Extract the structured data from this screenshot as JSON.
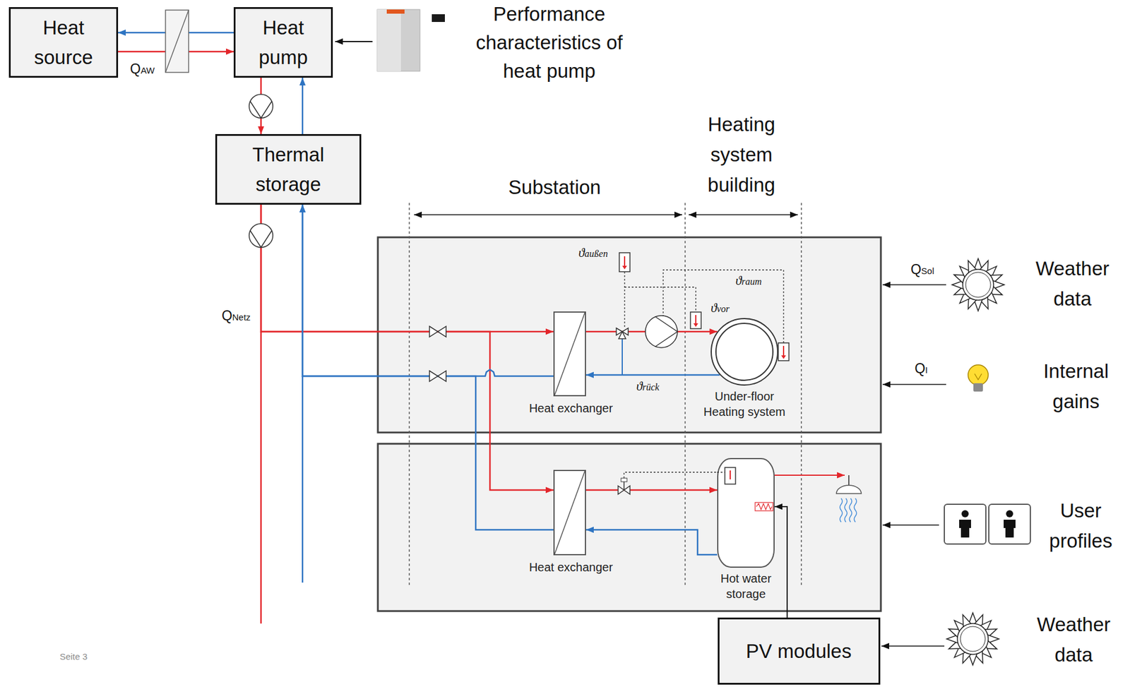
{
  "diagram": {
    "nodes": [
      {
        "text": [
          "Heat source"
        ]
      },
      {
        "text": [
          "Heat pump"
        ]
      },
      {
        "text": [
          "Thermal storage"
        ]
      },
      {
        "text": [
          "Heat exchanger"
        ]
      },
      {
        "text": [
          "Under-floor Heating system"
        ]
      },
      {
        "text": [
          "Heat exchanger"
        ]
      },
      {
        "text": [
          "Hot water storage"
        ]
      },
      {
        "text": [
          "PV modules"
        ]
      }
    ],
    "edges": [
      {
        "from": 1,
        "to": 0,
        "arrow": "to"
      },
      {
        "from": 0,
        "to": 1,
        "arrow": "to"
      },
      {
        "from": 1,
        "to": 2,
        "arrow": "to"
      },
      {
        "from": 2,
        "to": 1,
        "arrow": "to"
      },
      {
        "from": 2,
        "to": 3,
        "arrow": "to"
      },
      {
        "from": 2,
        "to": 5,
        "arrow": "to"
      },
      {
        "from": 3,
        "to": 2,
        "arrow": "to"
      },
      {
        "from": 5,
        "to": 2,
        "arrow": "to"
      },
      {
        "from": 3,
        "to": 4,
        "arrow": "to"
      },
      {
        "from": 4,
        "to": 3,
        "arrow": "to"
      },
      {
        "from": 5,
        "to": 6,
        "arrow": "to"
      },
      {
        "from": 6,
        "to": 5,
        "arrow": "to"
      },
      {
        "from": 7,
        "to": 6,
        "arrow": "to"
      }
    ],
    "labels": [
      "Performance characteristics of heat pump",
      "QAW",
      "Substation",
      "Heating system building",
      "ϑaußen",
      "ϑraum",
      "ϑvor",
      "ϑrück",
      "QNetz",
      "QSol",
      "Weather data",
      "QI",
      "Internal gains",
      "User profiles",
      "Weather data",
      "Seite 3"
    ]
  }
}
